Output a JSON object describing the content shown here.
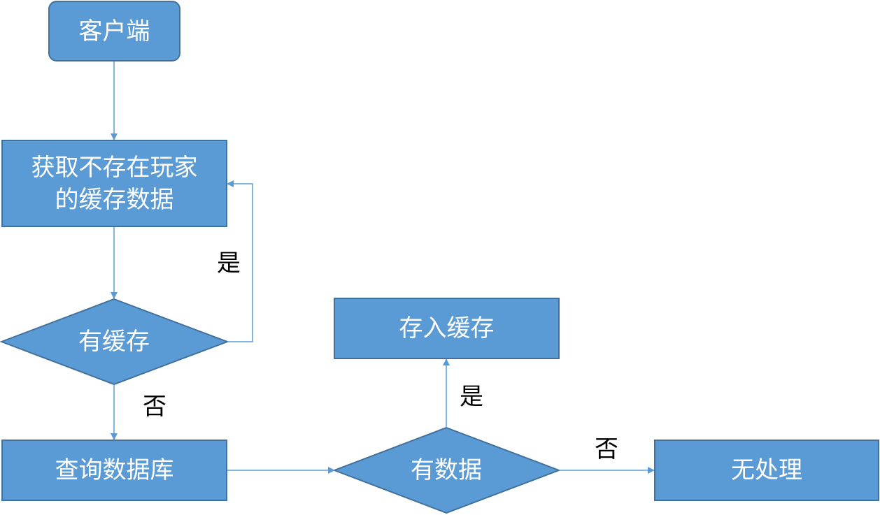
{
  "nodes": {
    "client": "客户端",
    "get_cache": "获取不存在玩家的缓存数据",
    "has_cache": "有缓存",
    "query_db": "查询数据库",
    "has_data": "有数据",
    "save_cache": "存入缓存",
    "no_action": "无处理"
  },
  "edge_labels": {
    "cache_yes": "是",
    "cache_no": "否",
    "data_yes": "是",
    "data_no": "否"
  },
  "colors": {
    "node_fill": "#5b9bd5",
    "node_border": "#41719c",
    "connector": "#5b9bd5",
    "node_text": "#ffffff",
    "label_text": "#000000"
  }
}
